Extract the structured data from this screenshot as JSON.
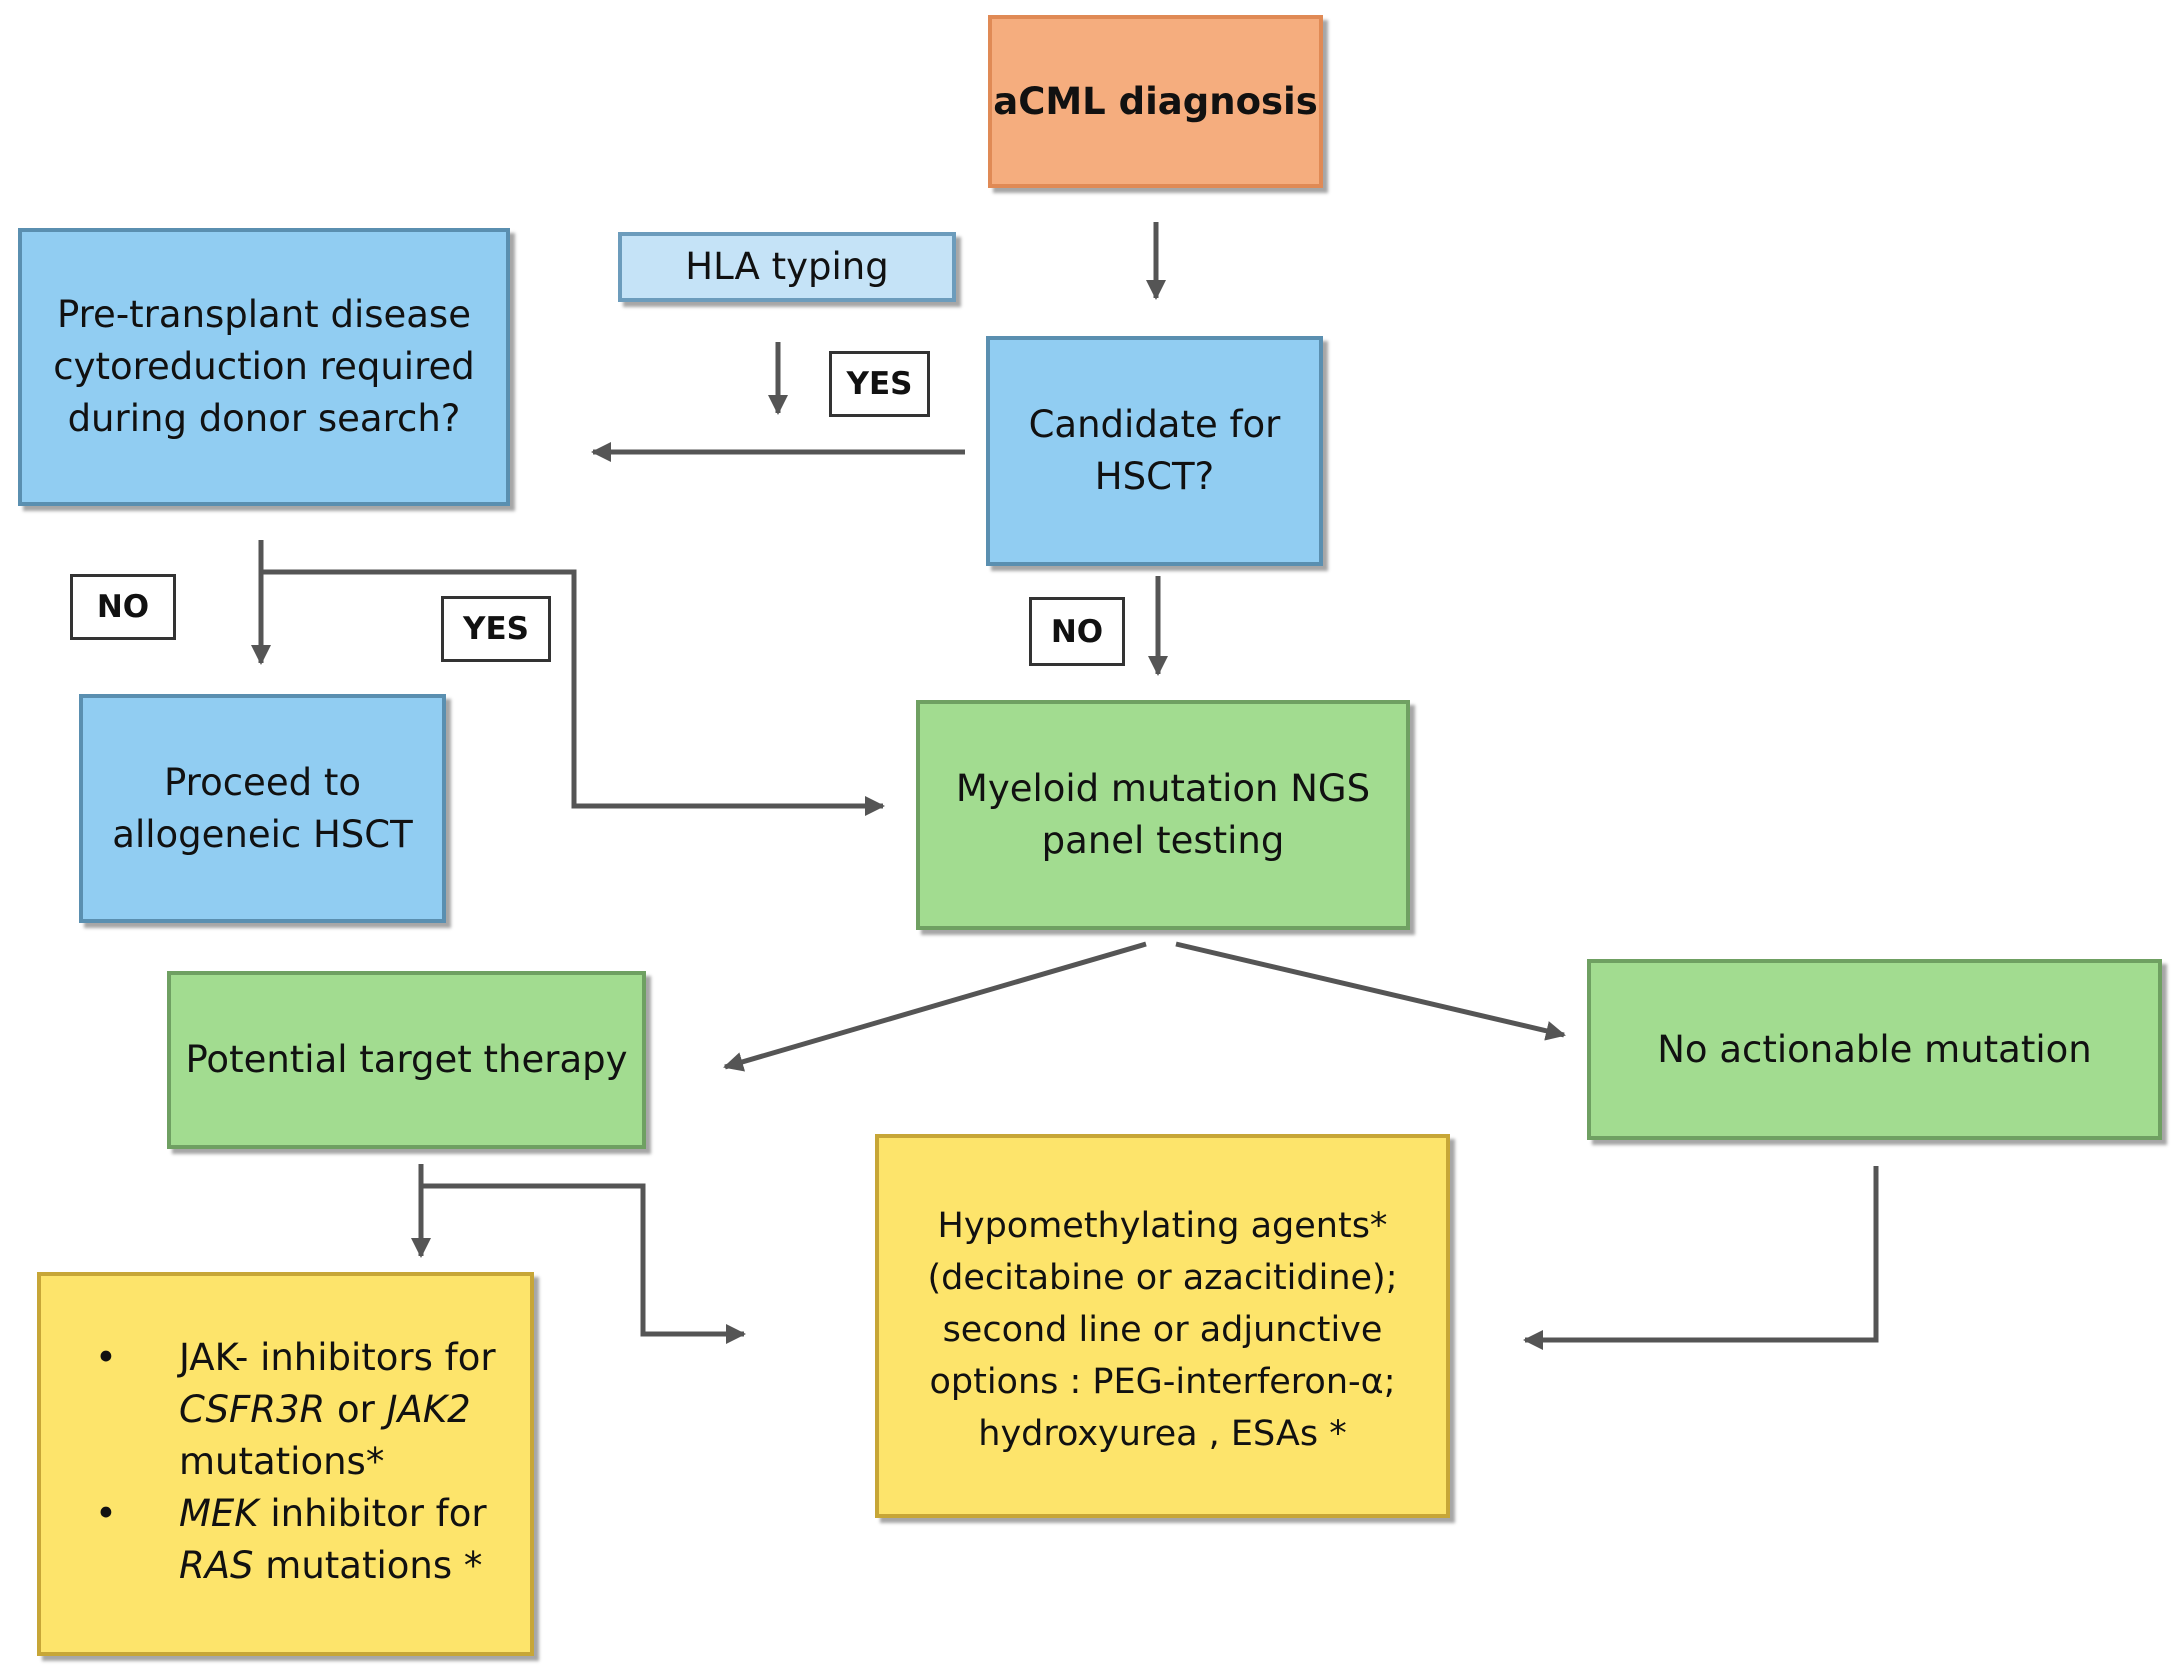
{
  "nodes": {
    "diagnosis": "aCML diagnosis",
    "hla": "HLA typing",
    "candidate": [
      "Candidate for",
      "HSCT?"
    ],
    "pretransplant": [
      "Pre-transplant disease",
      "cytoreduction required",
      "during donor search?"
    ],
    "proceed": [
      "Proceed to",
      "allogeneic HSCT"
    ],
    "ngs": [
      "Myeloid mutation NGS",
      "panel testing"
    ],
    "target": "Potential target therapy",
    "no_actionable": "No actionable mutation",
    "jak": {
      "bullet": "•",
      "b1_line1": "JAK- inhibitors for",
      "b1_csfr3r": "CSFR3R",
      "b1_or": " or ",
      "b1_jak2": "JAK2",
      "b1_line3": "mutations*",
      "b2_mek": "MEK",
      "b2_rest": " inhibitor for",
      "b2_ras": "RAS",
      "b2_end": " mutations *"
    },
    "hypomethylating": [
      "Hypomethylating agents*",
      "(decitabine or azacitidine);",
      "second line or adjunctive",
      "options : PEG-interferon-α;",
      "hydroxyurea , ESAs *"
    ]
  },
  "labels": {
    "yes_top": "YES",
    "yes_mid": "YES",
    "no_left": "NO",
    "no_right": "NO"
  },
  "colors": {
    "orange": "#f5ad7e",
    "blue": "#91cdf2",
    "light_blue": "#c5e3f7",
    "green": "#a2dc90",
    "yellow": "#fde46b",
    "arrow": "#555555"
  }
}
